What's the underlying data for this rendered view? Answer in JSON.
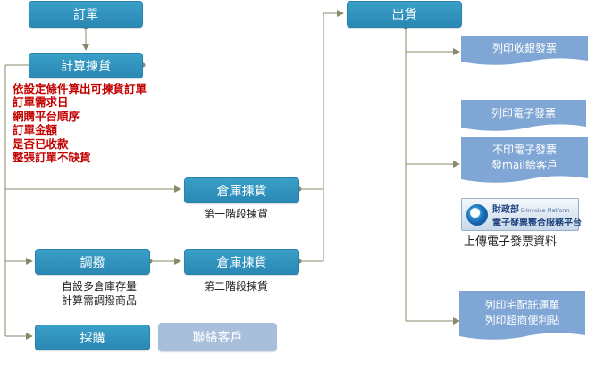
{
  "nodes": {
    "order": "訂單",
    "calc_picking": "計算揀貨",
    "warehouse_picking_1": "倉庫揀貨",
    "warehouse_picking_2": "倉庫揀貨",
    "transfer": "調撥",
    "purchase": "採購",
    "contact_customer": "聯絡客戶",
    "shipping": "出貨"
  },
  "notes": {
    "calc_rules": [
      "依設定條件算出可揀貨訂單",
      "訂單需求日",
      "網購平台順序",
      "訂單金額",
      "是否已收款",
      "整張訂單不缺貨"
    ],
    "stage_1": "第一階段揀貨",
    "stage_2": "第二階段揀貨",
    "transfer_notes": [
      "自設多倉庫存量",
      "計算需調撥商品"
    ],
    "upload_einvoice": "上傳電子發票資料"
  },
  "shipping_outputs": {
    "print_receipt": "列印收銀發票",
    "print_einvoice": "列印電子發票",
    "email_einvoice": [
      "不印電子發票",
      "發mail給客戶"
    ],
    "print_delivery": [
      "列印宅配託運單",
      "列印超商便利貼"
    ]
  },
  "einvoice_badge": {
    "agency": "財政部",
    "platform_en": "E-Invoice Platform",
    "platform": "電子發票整合服務平台"
  }
}
